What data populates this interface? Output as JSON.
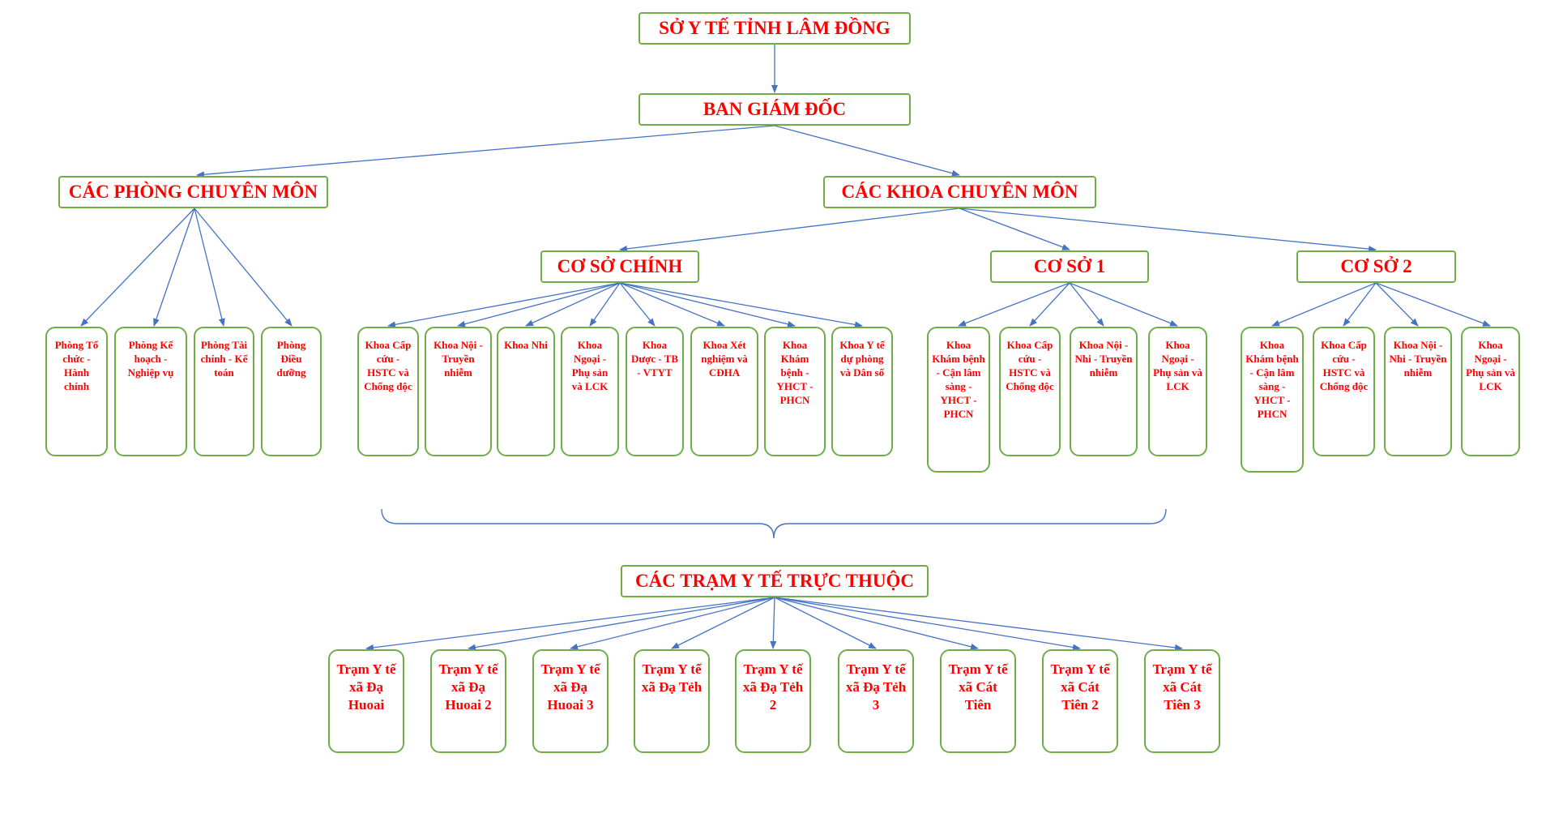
{
  "colors": {
    "box_border": "#70ad47",
    "text": "#ff0000",
    "connector": "#4472c4"
  },
  "title": "SỞ Y TẾ TỈNH LÂM ĐỒNG",
  "board": "BAN GIÁM ĐỐC",
  "departments": {
    "label": "CÁC PHÒNG CHUYÊN MÔN",
    "items": [
      "Phòng Tổ chức - Hành chính",
      "Phòng Kế hoạch - Nghiệp vụ",
      "Phòng Tài chính - Kế toán",
      "Phòng Điều dưỡng"
    ]
  },
  "faculties": {
    "label": "CÁC KHOA CHUYÊN MÔN",
    "main_site": {
      "label": "CƠ SỞ CHÍNH",
      "items": [
        "Khoa Cấp cứu - HSTC và Chống độc",
        "Khoa Nội - Truyền nhiễm",
        "Khoa Nhi",
        "Khoa Ngoại - Phụ sản và LCK",
        "Khoa Dược - TB - VTYT",
        "Khoa Xét nghiệm và CĐHA",
        "Khoa Khám bệnh - YHCT - PHCN",
        "Khoa Y tế dự phòng và Dân số"
      ]
    },
    "site1": {
      "label": "CƠ SỞ 1",
      "items": [
        "Khoa Khám bệnh - Cận lâm sàng - YHCT - PHCN",
        "Khoa Cấp cứu - HSTC và Chống độc",
        "Khoa Nội - Nhi - Truyền nhiễm",
        "Khoa Ngoại - Phụ sản và LCK"
      ]
    },
    "site2": {
      "label": "CƠ SỞ 2",
      "items": [
        "Khoa Khám bệnh - Cận lâm sàng - YHCT - PHCN",
        "Khoa Cấp cứu - HSTC và Chống độc",
        "Khoa Nội - Nhi - Truyền nhiễm",
        "Khoa Ngoại - Phụ sản và LCK"
      ]
    }
  },
  "stations": {
    "label": "CÁC TRẠM Y TẾ TRỰC THUỘC",
    "items": [
      "Trạm Y tế xã Đạ Huoai",
      "Trạm Y tế xã Đạ Huoai 2",
      "Trạm Y tế xã Đạ Huoai 3",
      "Trạm Y tế xã Đạ Tẻh",
      "Trạm Y tế xã Đạ Tẻh 2",
      "Trạm Y tế xã Đạ Tẻh 3",
      "Trạm Y tế xã Cát Tiên",
      "Trạm Y tế xã Cát Tiên 2",
      "Trạm Y tế xã Cát Tiên 3"
    ]
  }
}
